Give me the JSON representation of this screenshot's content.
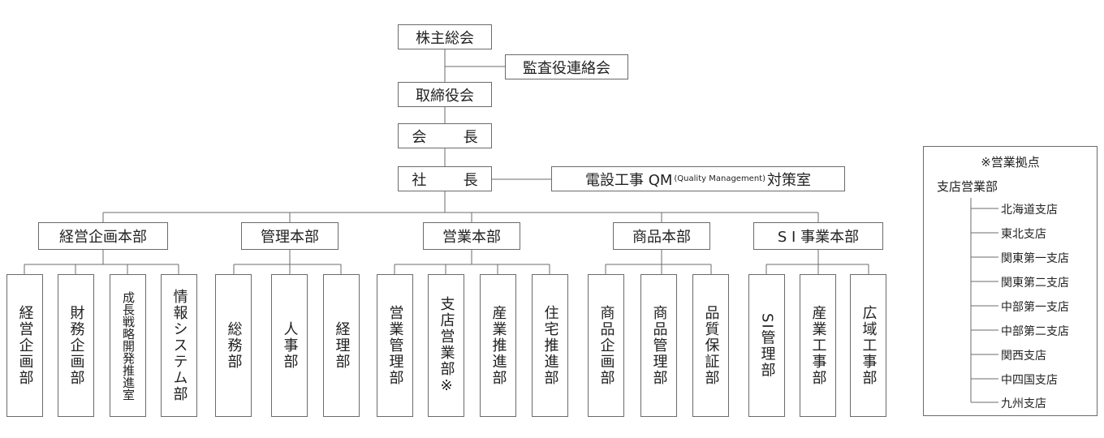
{
  "top": {
    "shareholders": "株主総会",
    "auditors": "監査役連絡会",
    "board": "取締役会",
    "chairman": "会 長",
    "president": "社 長",
    "qm_prefix": "電設工事 QM",
    "qm_small": "(Quality Management)",
    "qm_suffix": "対策室"
  },
  "divisions": [
    {
      "label": "経営企画本部",
      "departments": [
        "経営企画部",
        "財務企画部",
        "成長戦略開発推進室",
        "情報システム部"
      ]
    },
    {
      "label": "管理本部",
      "departments": [
        "総務部",
        "人事部",
        "経理部"
      ]
    },
    {
      "label": "営業本部",
      "departments": [
        "営業管理部",
        "支店営業部※",
        "産業推進部",
        "住宅推進部"
      ]
    },
    {
      "label": "商品本部",
      "departments": [
        "商品企画部",
        "商品管理部",
        "品質保証部"
      ]
    },
    {
      "label": "S I 事業本部",
      "departments": [
        "SI管理部",
        "産業工事部",
        "広域工事部"
      ]
    }
  ],
  "legend": {
    "title": "※営業拠点",
    "subtitle": "支店営業部",
    "branches": [
      "北海道支店",
      "東北支店",
      "関東第一支店",
      "関東第二支店",
      "中部第一支店",
      "中部第二支店",
      "関西支店",
      "中四国支店",
      "九州支店"
    ]
  }
}
